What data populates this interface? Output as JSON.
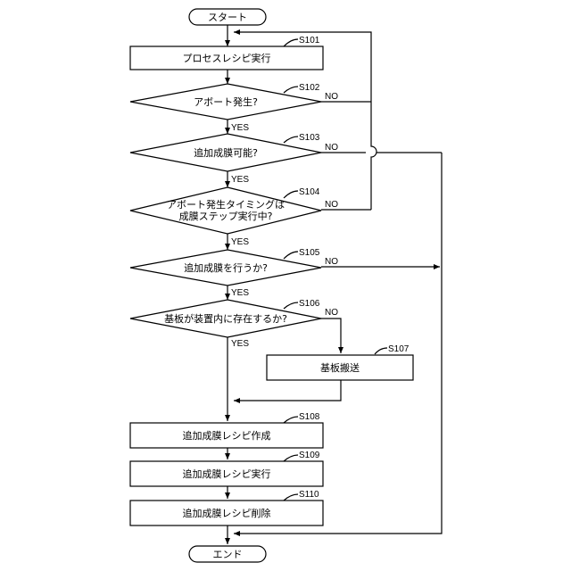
{
  "nodes": {
    "start": "スタート",
    "s101": "プロセスレシピ実行",
    "s102": "アボート発生?",
    "s103": "追加成膜可能?",
    "s104_line1": "アボート発生タイミングは",
    "s104_line2": "成膜ステップ実行中?",
    "s105": "追加成膜を行うか?",
    "s106": "基板が装置内に存在するか?",
    "s107": "基板搬送",
    "s108": "追加成膜レシピ作成",
    "s109": "追加成膜レシピ実行",
    "s110": "追加成膜レシピ削除",
    "end": "エンド"
  },
  "step_ids": {
    "s101": "S101",
    "s102": "S102",
    "s103": "S103",
    "s104": "S104",
    "s105": "S105",
    "s106": "S106",
    "s107": "S107",
    "s108": "S108",
    "s109": "S109",
    "s110": "S110"
  },
  "branch_labels": {
    "yes": "YES",
    "no": "NO"
  }
}
